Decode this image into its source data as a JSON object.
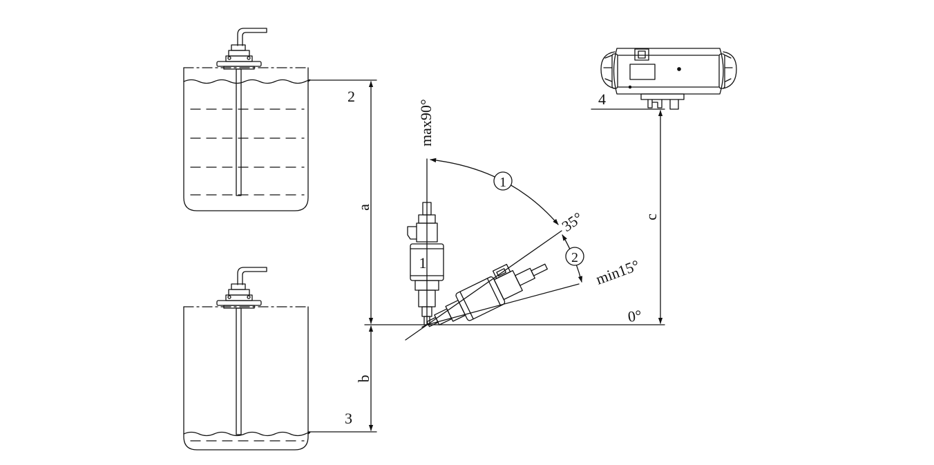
{
  "labels": {
    "tank_full": "2",
    "tank_low": "3",
    "heater": "4",
    "dim_a": "a",
    "dim_b": "b",
    "dim_c": "c",
    "pump": "1",
    "range_1": "1",
    "range_2": "2",
    "angle_max": "max90°",
    "angle_mid": "35°",
    "angle_min": "min15°",
    "angle_zero": "0°"
  }
}
